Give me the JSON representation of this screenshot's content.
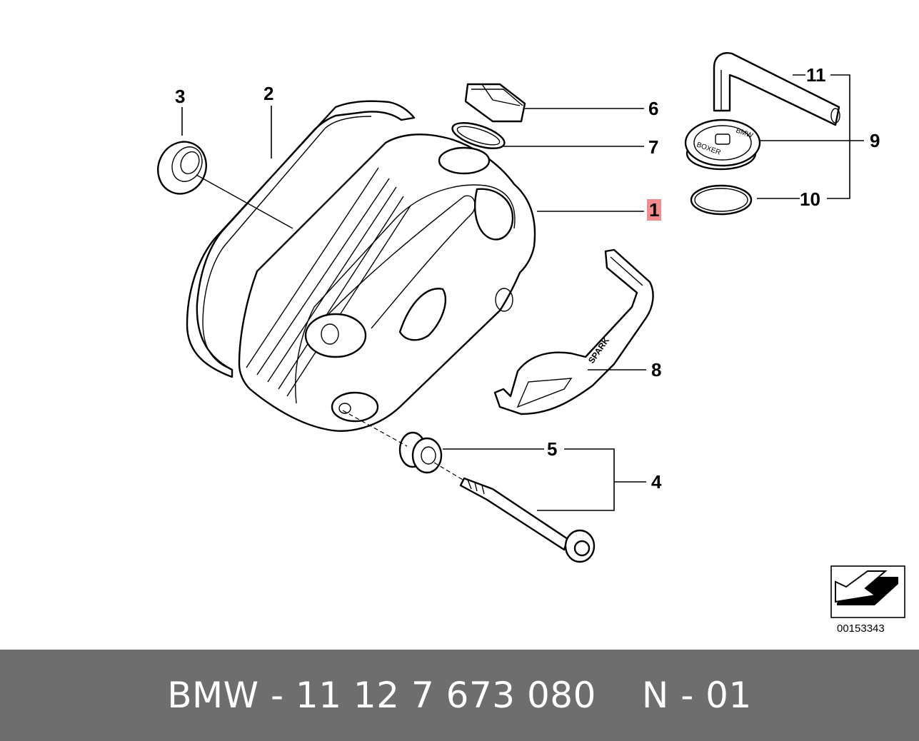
{
  "callouts": {
    "c1": "1",
    "c2": "2",
    "c3": "3",
    "c4": "4",
    "c5": "5",
    "c6": "6",
    "c7": "7",
    "c8": "8",
    "c9": "9",
    "c10": "10",
    "c11": "11"
  },
  "highlight_color": "#f28b8b",
  "engraving": {
    "top": "BMW",
    "bottom": "BOXER",
    "spark": "SPARK"
  },
  "diagram_id": "00153343",
  "footer": {
    "part_label": "BMW - 11 12 7 673 080",
    "position_label": "N - 01"
  }
}
